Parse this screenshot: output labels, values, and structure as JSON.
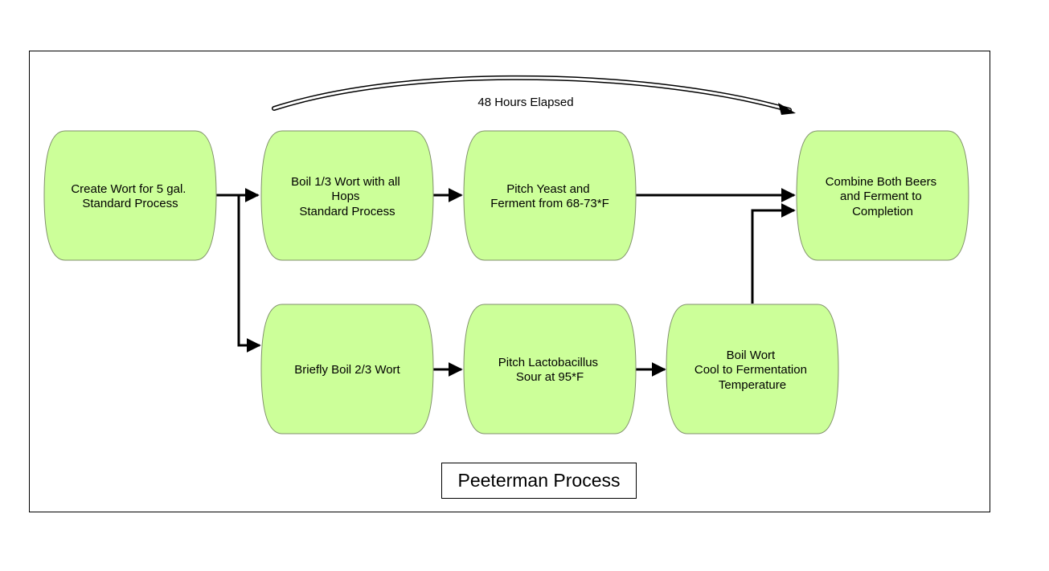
{
  "title": "Peeterman Process",
  "elapsed_label": "48 Hours Elapsed",
  "colors": {
    "node_fill": "#ccff99",
    "node_stroke": "#7f8f6a",
    "edge": "#000000"
  },
  "nodes": [
    {
      "id": "create-wort",
      "lines": [
        "Create Wort for 5 gal.",
        "Standard Process"
      ]
    },
    {
      "id": "boil-third",
      "lines": [
        "Boil 1/3 Wort with all",
        "Hops",
        "Standard Process"
      ]
    },
    {
      "id": "pitch-yeast",
      "lines": [
        "Pitch Yeast and",
        "Ferment from 68-73*F"
      ]
    },
    {
      "id": "combine",
      "lines": [
        "Combine Both Beers",
        "and Ferment to",
        "Completion"
      ]
    },
    {
      "id": "brief-boil",
      "lines": [
        "Briefly Boil 2/3 Wort"
      ]
    },
    {
      "id": "pitch-lacto",
      "lines": [
        "Pitch Lactobacillus",
        "Sour at 95*F"
      ]
    },
    {
      "id": "boil-cool",
      "lines": [
        "Boil Wort",
        "Cool to Fermentation",
        "Temperature"
      ]
    }
  ],
  "edges": [
    {
      "from": "create-wort",
      "to": "boil-third"
    },
    {
      "from": "create-wort",
      "to": "brief-boil"
    },
    {
      "from": "boil-third",
      "to": "pitch-yeast"
    },
    {
      "from": "pitch-yeast",
      "to": "combine"
    },
    {
      "from": "brief-boil",
      "to": "pitch-lacto"
    },
    {
      "from": "pitch-lacto",
      "to": "boil-cool"
    },
    {
      "from": "boil-cool",
      "to": "combine"
    }
  ]
}
